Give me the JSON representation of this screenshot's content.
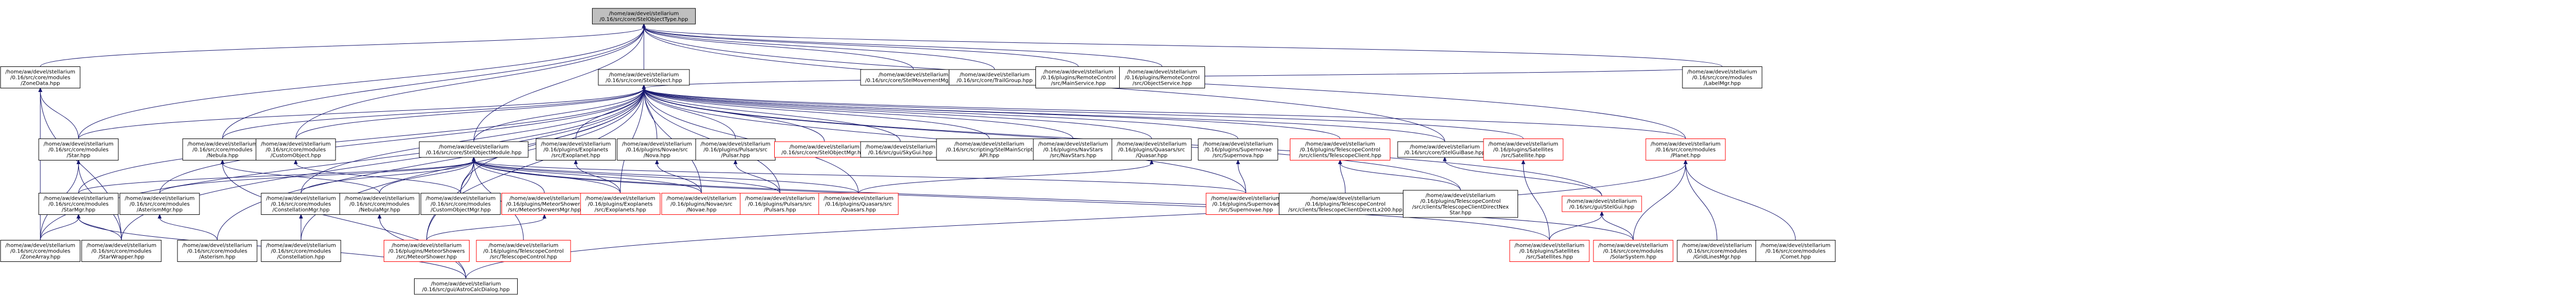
{
  "colors": {
    "root_fill": "#bfbfbf",
    "node_fill": "#ffffff",
    "node_border": "#000000",
    "missing_border": "#ff0000",
    "edge": "#191970"
  },
  "graph": {
    "root": {
      "id": "root",
      "lines": [
        "/home/aw/devel/stellarium",
        "/0.16/src/core/StelObjectType.hpp"
      ]
    },
    "level1": [
      {
        "id": "zonedata",
        "lines": [
          "/home/aw/devel/stellarium",
          "/0.16/src/core/modules",
          "/ZoneData.hpp"
        ]
      },
      {
        "id": "stelobject",
        "lines": [
          "/home/aw/devel/stellarium",
          "/0.16/src/core/StelObject.hpp"
        ]
      },
      {
        "id": "movementmgr",
        "lines": [
          "/home/aw/devel/stellarium",
          "/0.16/src/core/StelMovementMgr.hpp"
        ]
      },
      {
        "id": "trailgroup",
        "lines": [
          "/home/aw/devel/stellarium",
          "/0.16/src/core/TrailGroup.hpp"
        ]
      },
      {
        "id": "mainservice",
        "lines": [
          "/home/aw/devel/stellarium",
          "/0.16/plugins/RemoteControl",
          "/src/MainService.hpp"
        ]
      },
      {
        "id": "objectservice",
        "lines": [
          "/home/aw/devel/stellarium",
          "/0.16/plugins/RemoteControl",
          "/src/ObjectService.hpp"
        ]
      }
    ],
    "level2": [
      {
        "id": "star",
        "lines": [
          "/home/aw/devel/stellarium",
          "/0.16/src/core/modules",
          "/Star.hpp"
        ]
      },
      {
        "id": "nebula",
        "lines": [
          "/home/aw/devel/stellarium",
          "/0.16/src/core/modules",
          "/Nebula.hpp"
        ]
      },
      {
        "id": "customobject",
        "lines": [
          "/home/aw/devel/stellarium",
          "/0.16/src/core/modules",
          "/CustomObject.hpp"
        ]
      },
      {
        "id": "objectmodule",
        "lines": [
          "/home/aw/devel/stellarium",
          "/0.16/src/core/StelObjectModule.hpp"
        ]
      },
      {
        "id": "exoplanet",
        "lines": [
          "/home/aw/devel/stellarium",
          "/0.16/plugins/Exoplanets",
          "/src/Exoplanet.hpp"
        ]
      },
      {
        "id": "nova",
        "lines": [
          "/home/aw/devel/stellarium",
          "/0.16/plugins/Novae/src",
          "/Nova.hpp"
        ]
      },
      {
        "id": "pulsar",
        "lines": [
          "/home/aw/devel/stellarium",
          "/0.16/plugins/Pulsars/src",
          "/Pulsar.hpp"
        ]
      },
      {
        "id": "objectmgr",
        "lines": [
          "/home/aw/devel/stellarium",
          "/0.16/src/core/StelObjectMgr.hpp"
        ],
        "missing": true
      },
      {
        "id": "skygui",
        "lines": [
          "/home/aw/devel/stellarium",
          "/0.16/src/gui/SkyGui.hpp"
        ]
      },
      {
        "id": "mainscriptapi",
        "lines": [
          "/home/aw/devel/stellarium",
          "/0.16/src/scripting/StelMainScript",
          "API.hpp"
        ]
      },
      {
        "id": "navstars",
        "lines": [
          "/home/aw/devel/stellarium",
          "/0.16/plugins/NavStars",
          "/src/NavStars.hpp"
        ]
      },
      {
        "id": "quasar",
        "lines": [
          "/home/aw/devel/stellarium",
          "/0.16/plugins/Quasars/src",
          "/Quasar.hpp"
        ]
      },
      {
        "id": "supernova",
        "lines": [
          "/home/aw/devel/stellarium",
          "/0.16/plugins/Supernovae",
          "/src/Supernova.hpp"
        ]
      },
      {
        "id": "telescopeclient",
        "lines": [
          "/home/aw/devel/stellarium",
          "/0.16/plugins/TelescopeControl",
          "/src/clients/TelescopeClient.hpp"
        ],
        "missing": true
      },
      {
        "id": "stelguibase",
        "lines": [
          "/home/aw/devel/stellarium",
          "/0.16/src/core/StelGuiBase.hpp"
        ]
      },
      {
        "id": "satellite",
        "lines": [
          "/home/aw/devel/stellarium",
          "/0.16/plugins/Satellites",
          "/src/Satellite.hpp"
        ],
        "missing": true
      },
      {
        "id": "planet",
        "lines": [
          "/home/aw/devel/stellarium",
          "/0.16/src/core/modules",
          "/Planet.hpp"
        ],
        "missing": true
      },
      {
        "id": "labelmgr",
        "lines": [
          "/home/aw/devel/stellarium",
          "/0.16/src/core/modules",
          "/LabelMgr.hpp"
        ]
      }
    ],
    "level3": [
      {
        "id": "starmgr",
        "lines": [
          "/home/aw/devel/stellarium",
          "/0.16/src/core/modules",
          "/StarMgr.hpp"
        ]
      },
      {
        "id": "asterismmgr",
        "lines": [
          "/home/aw/devel/stellarium",
          "/0.16/src/core/modules",
          "/AsterismMgr.hpp"
        ]
      },
      {
        "id": "constellationmgr",
        "lines": [
          "/home/aw/devel/stellarium",
          "/0.16/src/core/modules",
          "/ConstellationMgr.hpp"
        ]
      },
      {
        "id": "nebulamgr",
        "lines": [
          "/home/aw/devel/stellarium",
          "/0.16/src/core/modules",
          "/NebulaMgr.hpp"
        ]
      },
      {
        "id": "customobjectmgr",
        "lines": [
          "/home/aw/devel/stellarium",
          "/0.16/src/core/modules",
          "/CustomObjectMgr.hpp"
        ]
      },
      {
        "id": "meteorshowersmgr",
        "lines": [
          "/home/aw/devel/stellarium",
          "/0.16/plugins/MeteorShowers",
          "/src/MeteorShowersMgr.hpp"
        ],
        "missing": true
      },
      {
        "id": "exoplanets",
        "lines": [
          "/home/aw/devel/stellarium",
          "/0.16/plugins/Exoplanets",
          "/src/Exoplanets.hpp"
        ],
        "missing": true
      },
      {
        "id": "novae",
        "lines": [
          "/home/aw/devel/stellarium",
          "/0.16/plugins/Novae/src",
          "/Novae.hpp"
        ],
        "missing": true
      },
      {
        "id": "pulsars",
        "lines": [
          "/home/aw/devel/stellarium",
          "/0.16/plugins/Pulsars/src",
          "/Pulsars.hpp"
        ],
        "missing": true
      },
      {
        "id": "quasars",
        "lines": [
          "/home/aw/devel/stellarium",
          "/0.16/plugins/Quasars/src",
          "/Quasars.hpp"
        ],
        "missing": true
      },
      {
        "id": "supernovae",
        "lines": [
          "/home/aw/devel/stellarium",
          "/0.16/plugins/Supernovae",
          "/src/Supernovae.hpp"
        ],
        "missing": true
      },
      {
        "id": "telescopeclientdirectlx200",
        "lines": [
          "/home/aw/devel/stellarium",
          "/0.16/plugins/TelescopeControl",
          "/src/clients/TelescopeClientDirectLx200.hpp"
        ]
      },
      {
        "id": "telescopeclientdirectnexstar",
        "lines": [
          "/home/aw/devel/stellarium",
          "/0.16/plugins/TelescopeControl",
          "/src/clients/TelescopeClientDirectNex",
          "Star.hpp"
        ]
      },
      {
        "id": "stelgui",
        "lines": [
          "/home/aw/devel/stellarium",
          "/0.16/src/gui/StelGui.hpp"
        ],
        "missing": true
      }
    ],
    "level4": [
      {
        "id": "zonearray",
        "lines": [
          "/home/aw/devel/stellarium",
          "/0.16/src/core/modules",
          "/ZoneArray.hpp"
        ]
      },
      {
        "id": "starwrapper",
        "lines": [
          "/home/aw/devel/stellarium",
          "/0.16/src/core/modules",
          "/StarWrapper.hpp"
        ]
      },
      {
        "id": "asterism",
        "lines": [
          "/home/aw/devel/stellarium",
          "/0.16/src/core/modules",
          "/Asterism.hpp"
        ]
      },
      {
        "id": "constellation",
        "lines": [
          "/home/aw/devel/stellarium",
          "/0.16/src/core/modules",
          "/Constellation.hpp"
        ]
      },
      {
        "id": "meteorshower",
        "lines": [
          "/home/aw/devel/stellarium",
          "/0.16/plugins/MeteorShowers",
          "/src/MeteorShower.hpp"
        ],
        "missing": true
      },
      {
        "id": "telescopecontrol",
        "lines": [
          "/home/aw/devel/stellarium",
          "/0.16/plugins/TelescopeControl",
          "/src/TelescopeControl.hpp"
        ],
        "missing": true
      },
      {
        "id": "satellites",
        "lines": [
          "/home/aw/devel/stellarium",
          "/0.16/plugins/Satellites",
          "/src/Satellites.hpp"
        ],
        "missing": true
      },
      {
        "id": "solarsystem",
        "lines": [
          "/home/aw/devel/stellarium",
          "/0.16/src/core/modules",
          "/SolarSystem.hpp"
        ],
        "missing": true
      },
      {
        "id": "gridlinesmgr",
        "lines": [
          "/home/aw/devel/stellarium",
          "/0.16/src/core/modules",
          "/GridLinesMgr.hpp"
        ]
      },
      {
        "id": "comet",
        "lines": [
          "/home/aw/devel/stellarium",
          "/0.16/src/core/modules",
          "/Comet.hpp"
        ]
      }
    ],
    "level5": [
      {
        "id": "astrocalcdialog",
        "lines": [
          "/home/aw/devel/stellarium",
          "/0.16/src/gui/AstroCalcDialog.hpp"
        ]
      }
    ],
    "edges": [
      [
        "zonedata",
        "root"
      ],
      [
        "stelobject",
        "root"
      ],
      [
        "movementmgr",
        "root"
      ],
      [
        "trailgroup",
        "root"
      ],
      [
        "mainservice",
        "root"
      ],
      [
        "objectservice",
        "root"
      ],
      [
        "nebula",
        "root"
      ],
      [
        "objectmodule",
        "root"
      ],
      [
        "star",
        "root"
      ],
      [
        "customobject",
        "root"
      ],
      [
        "labelmgr",
        "root"
      ],
      [
        "planet",
        "root"
      ],
      [
        "stelguibase",
        "root"
      ],
      [
        "star",
        "zonedata"
      ],
      [
        "zonearray",
        "zonedata"
      ],
      [
        "starwrapper",
        "zonedata"
      ],
      [
        "star",
        "stelobject"
      ],
      [
        "nebula",
        "stelobject"
      ],
      [
        "customobject",
        "stelobject"
      ],
      [
        "objectmodule",
        "stelobject"
      ],
      [
        "exoplanet",
        "stelobject"
      ],
      [
        "nova",
        "stelobject"
      ],
      [
        "pulsar",
        "stelobject"
      ],
      [
        "objectmgr",
        "stelobject"
      ],
      [
        "skygui",
        "stelobject"
      ],
      [
        "mainscriptapi",
        "stelobject"
      ],
      [
        "navstars",
        "stelobject"
      ],
      [
        "quasar",
        "stelobject"
      ],
      [
        "supernova",
        "stelobject"
      ],
      [
        "telescopeclient",
        "stelobject"
      ],
      [
        "stelguibase",
        "stelobject"
      ],
      [
        "satellite",
        "stelobject"
      ],
      [
        "planet",
        "stelobject"
      ],
      [
        "labelmgr",
        "stelobject"
      ],
      [
        "starmgr",
        "stelobject"
      ],
      [
        "constellationmgr",
        "stelobject"
      ],
      [
        "asterismmgr",
        "stelobject"
      ],
      [
        "customobjectmgr",
        "stelobject"
      ],
      [
        "meteorshower",
        "stelobject"
      ],
      [
        "exoplanets",
        "stelobject"
      ],
      [
        "novae",
        "stelobject"
      ],
      [
        "pulsars",
        "stelobject"
      ],
      [
        "quasars",
        "stelobject"
      ],
      [
        "supernovae",
        "stelobject"
      ],
      [
        "telescopeclientdirectnexstar",
        "stelobject"
      ],
      [
        "stelgui",
        "stelobject"
      ],
      [
        "starwrapper",
        "stelobject"
      ],
      [
        "zonearray",
        "stelobject"
      ],
      [
        "asterism",
        "stelobject"
      ],
      [
        "constellation",
        "stelobject"
      ],
      [
        "zonearray",
        "star"
      ],
      [
        "starwrapper",
        "star"
      ],
      [
        "nebulamgr",
        "nebula"
      ],
      [
        "astrocalcdialog",
        "nebula"
      ],
      [
        "customobjectmgr",
        "customobject"
      ],
      [
        "starmgr",
        "objectmodule"
      ],
      [
        "asterismmgr",
        "objectmodule"
      ],
      [
        "constellationmgr",
        "objectmodule"
      ],
      [
        "nebulamgr",
        "objectmodule"
      ],
      [
        "customobjectmgr",
        "objectmodule"
      ],
      [
        "meteorshowersmgr",
        "objectmodule"
      ],
      [
        "exoplanets",
        "objectmodule"
      ],
      [
        "novae",
        "objectmodule"
      ],
      [
        "pulsars",
        "objectmodule"
      ],
      [
        "quasars",
        "objectmodule"
      ],
      [
        "supernovae",
        "objectmodule"
      ],
      [
        "telescopecontrol",
        "objectmodule"
      ],
      [
        "satellites",
        "objectmodule"
      ],
      [
        "solarsystem",
        "objectmodule"
      ],
      [
        "meteorshower",
        "objectmodule"
      ],
      [
        "exoplanets",
        "exoplanet"
      ],
      [
        "novae",
        "nova"
      ],
      [
        "pulsars",
        "pulsar"
      ],
      [
        "quasars",
        "quasar"
      ],
      [
        "supernovae",
        "supernova"
      ],
      [
        "telescopeclientdirectlx200",
        "telescopeclient"
      ],
      [
        "telescopeclientdirectnexstar",
        "telescopeclient"
      ],
      [
        "stelgui",
        "stelguibase"
      ],
      [
        "satellites",
        "satellite"
      ],
      [
        "solarsystem",
        "planet"
      ],
      [
        "gridlinesmgr",
        "planet"
      ],
      [
        "comet",
        "planet"
      ],
      [
        "astrocalcdialog",
        "planet"
      ],
      [
        "asterism",
        "asterismmgr"
      ],
      [
        "constellation",
        "constellationmgr"
      ],
      [
        "zonearray",
        "starmgr"
      ],
      [
        "starwrapper",
        "starmgr"
      ],
      [
        "astrocalcdialog",
        "starmgr"
      ],
      [
        "astrocalcdialog",
        "nebulamgr"
      ],
      [
        "meteorshower",
        "meteorshowersmgr"
      ],
      [
        "satellites",
        "stelgui"
      ],
      [
        "solarsystem",
        "stelgui"
      ]
    ]
  }
}
